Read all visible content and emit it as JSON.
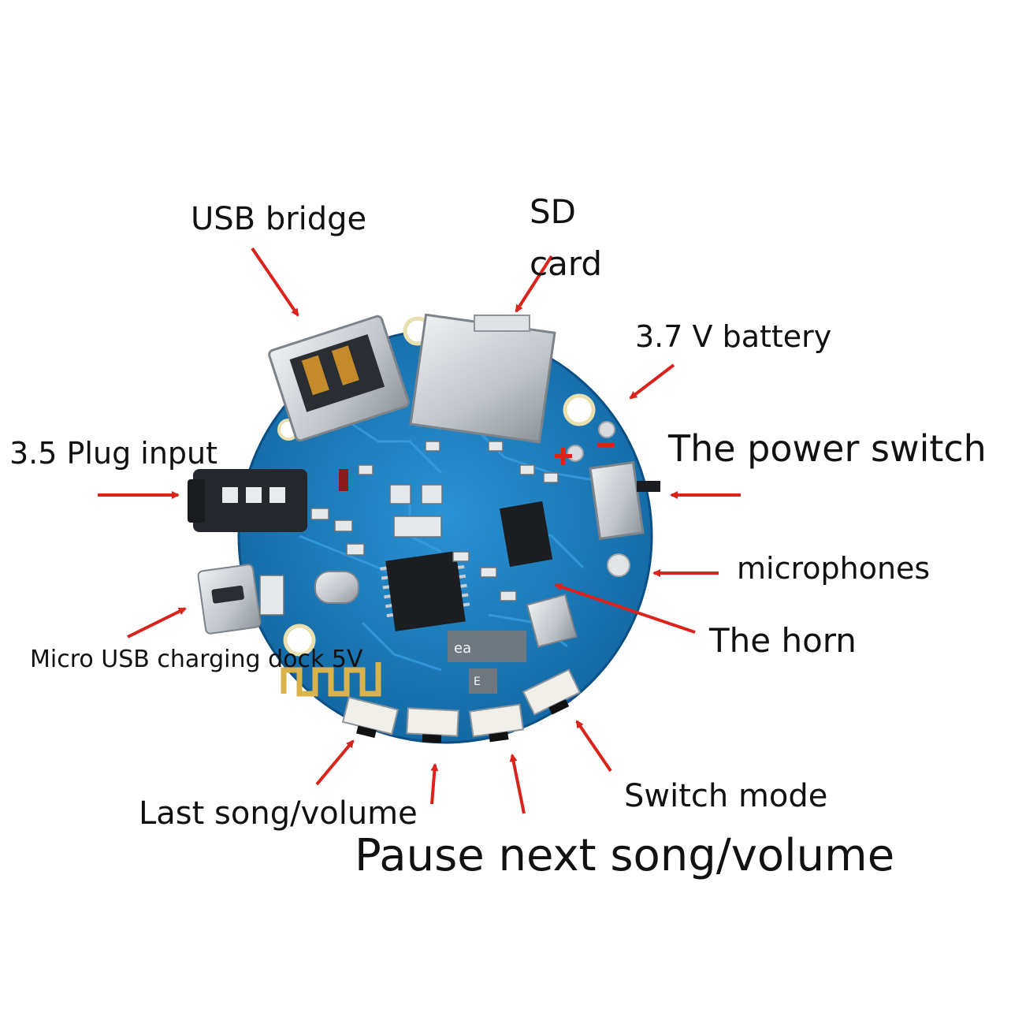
{
  "labels": {
    "usb_bridge": "USB bridge",
    "sd_line1": "SD",
    "sd_line2": "card",
    "battery": "3.7 V battery",
    "power_switch": "The power switch",
    "plug_input": "3.5 Plug input",
    "microphones": "microphones",
    "horn": "The horn",
    "micro_usb": "Micro USB charging dock 5V",
    "switch_mode": "Switch mode",
    "last_song": "Last song/volume",
    "pause_next": "Pause next song/volume"
  },
  "chip_marks": {
    "ea": "ea",
    "e": "E"
  },
  "colors": {
    "pcb": "#1a7fc1",
    "pcb_dark": "#0d5c97",
    "arrow": "#d9231b",
    "silver": "#c9cdd2"
  }
}
